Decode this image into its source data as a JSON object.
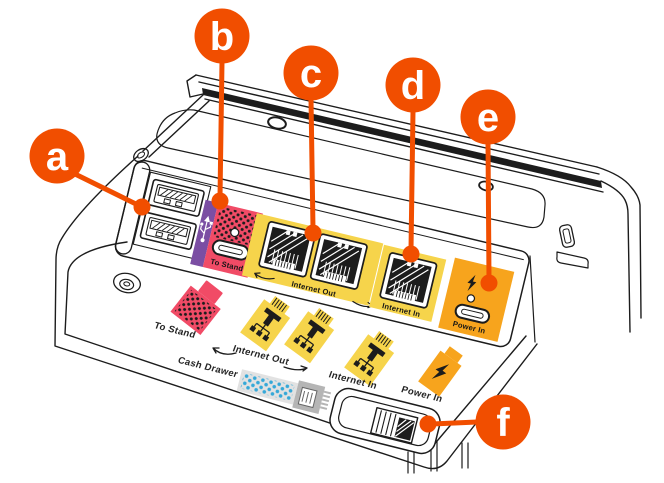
{
  "markers": {
    "a": {
      "label": "a"
    },
    "b": {
      "label": "b"
    },
    "c": {
      "label": "c"
    },
    "d": {
      "label": "d"
    },
    "e": {
      "label": "e"
    },
    "f": {
      "label": "f"
    }
  },
  "bay_labels": {
    "to_stand": "To Stand",
    "internet_out": "Internet Out",
    "internet_in": "Internet In",
    "power_in": "Power In"
  },
  "printed_labels": {
    "to_stand": "To Stand",
    "internet_out": "Internet Out",
    "internet_in": "Internet In",
    "power_in": "Power In",
    "cash_drawer": "Cash Drawer"
  },
  "colors": {
    "marker": "#f14e00",
    "purple": "#7b4ea3",
    "pink": "#f14b66",
    "yellow": "#f6d44b",
    "orange": "#f7a41d",
    "blue_dots": "#35a8d8",
    "gray": "#b5b5b5",
    "line": "#1c1c1c"
  }
}
